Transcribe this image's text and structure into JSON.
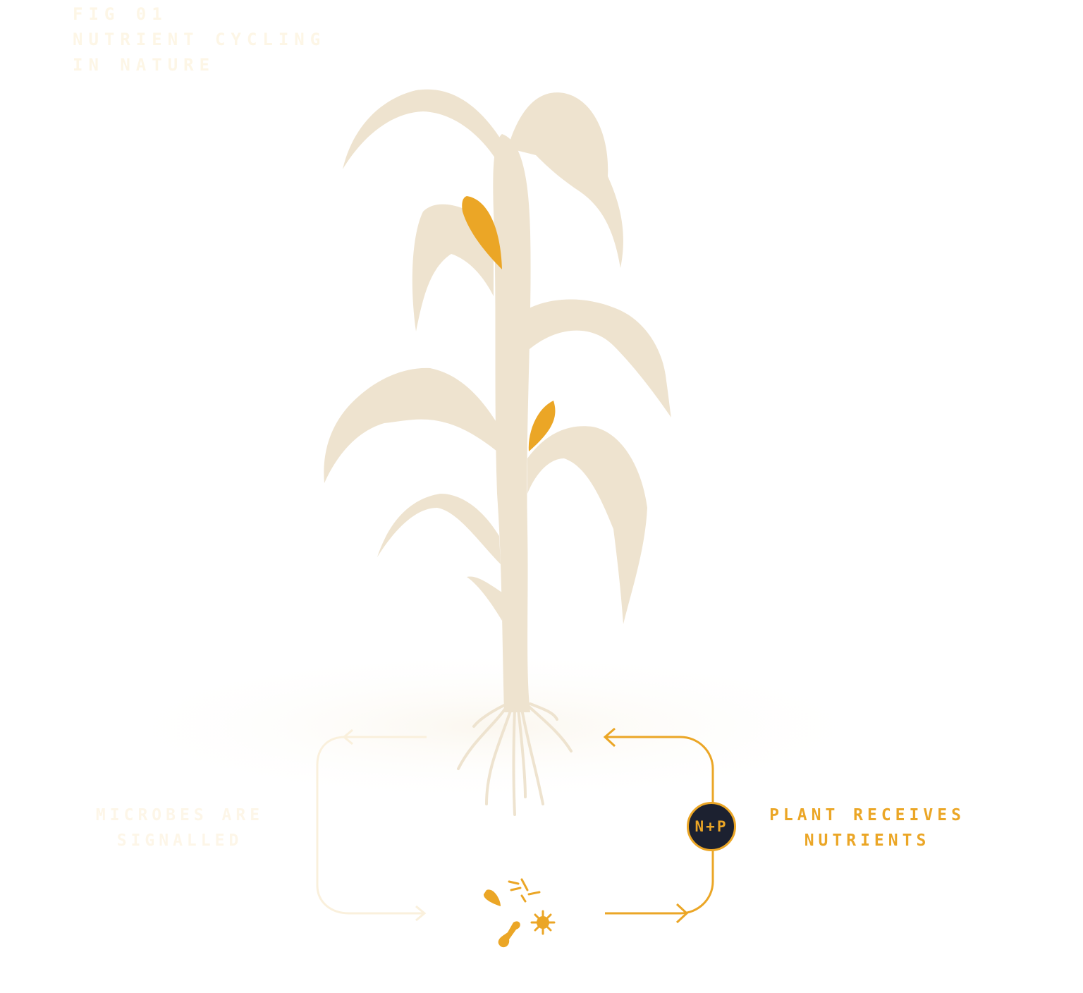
{
  "figure": {
    "number": "FIG 01",
    "title_line1": "NUTRIENT CYCLING",
    "title_line2": "IN NATURE"
  },
  "labels": {
    "left_line1": "MICROBES ARE",
    "left_line2": "SIGNALLED",
    "right_line1": "PLANT RECEIVES",
    "right_line2": "NUTRIENTS"
  },
  "badge": {
    "text": "N+P"
  },
  "colors": {
    "plant": "#EEE3CF",
    "accent": "#EBA626",
    "badge_bg": "#1C2130",
    "faint": "#FAF0DC"
  }
}
